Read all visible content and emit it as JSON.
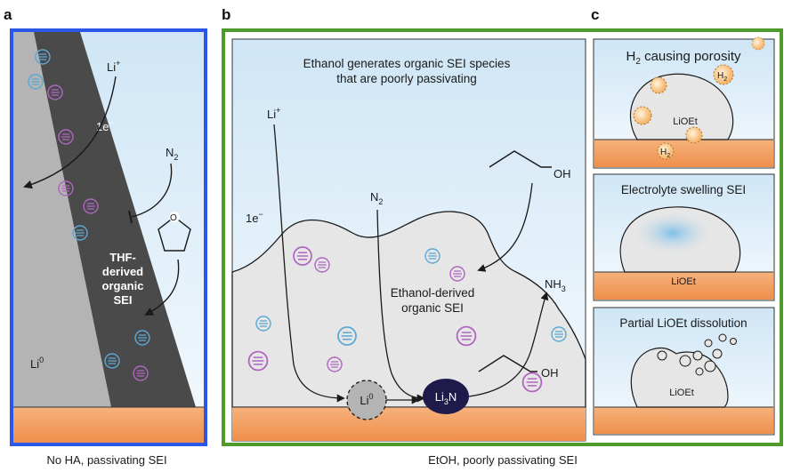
{
  "colors": {
    "blue_frame": "#2b57e8",
    "green_frame": "#4e9a2a",
    "sky_top": "#cfe6f6",
    "substrate": "#f19a5a",
    "sei_dark": "#4a4a4a",
    "sei_light": "#e6e6e6",
    "lithium": "#b4b4b4",
    "li3n": "#1e1a4a",
    "species_purple": "#b066c0",
    "species_blue": "#5aa8d4",
    "h2_bubble": "#f2a040"
  },
  "panel_a": {
    "letter": "a",
    "li_plus": "Li",
    "li_plus_sup": "+",
    "electron": "1e",
    "electron_sup": "−",
    "n2": "N",
    "n2_sub": "2",
    "sei_label": [
      "THF-",
      "derived",
      "organic",
      "SEI"
    ],
    "li0": "Li",
    "li0_sup": "0",
    "caption": "No HA, passivating SEI"
  },
  "panel_b": {
    "letter": "b",
    "title_line1": "Ethanol generates organic SEI species",
    "title_line2": "that are poorly passivating",
    "li_plus": "Li",
    "li_plus_sup": "+",
    "electron": "1e",
    "electron_sup": "−",
    "n2": "N",
    "n2_sub": "2",
    "oh_top": "OH",
    "oh_bottom": "OH",
    "nh3": "NH",
    "nh3_sub": "3",
    "sei_label_line1": "Ethanol-derived",
    "sei_label_line2": "organic SEI",
    "li0": "Li",
    "li0_sup": "0",
    "li3n": "Li",
    "li3n_sub": "3",
    "li3n_n": "N",
    "caption": "EtOH, poorly passivating SEI"
  },
  "panel_c": {
    "letter": "c",
    "box1_title": "H",
    "box1_title_sub": "2",
    "box1_title_rest": " causing porosity",
    "box1_h2": "H",
    "box1_h2_sub": "2",
    "box1_lioet": "LiOEt",
    "box2_title": "Electrolyte swelling SEI",
    "box2_lioet": "LiOEt",
    "box3_title": "Partial LiOEt dissolution",
    "box3_lioet": "LiOEt"
  }
}
